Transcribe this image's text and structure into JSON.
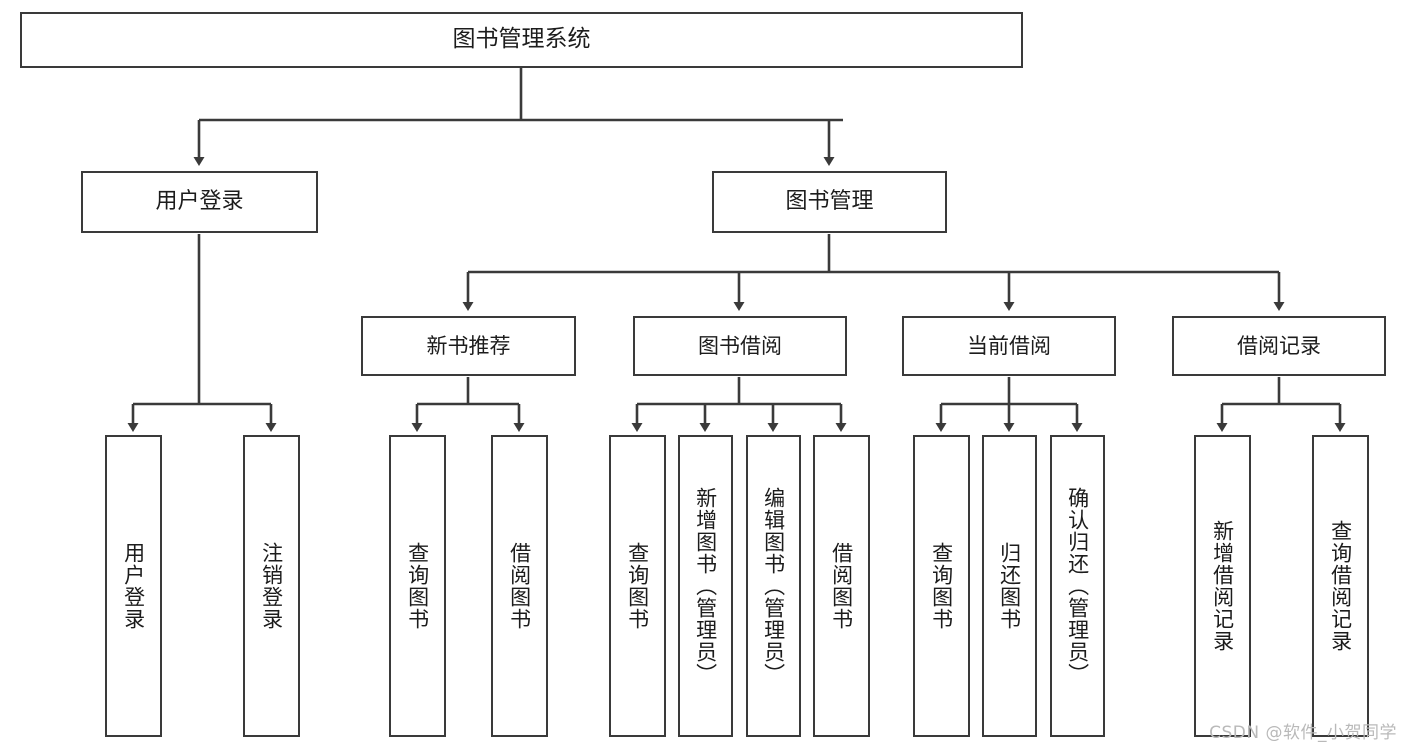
{
  "diagram": {
    "title": "图书管理系统",
    "type": "tree-hierarchy-chart",
    "root": {
      "label": "图书管理系统"
    },
    "level2": [
      {
        "label": "用户登录"
      },
      {
        "label": "图书管理"
      }
    ],
    "level3": [
      {
        "label": "新书推荐"
      },
      {
        "label": "图书借阅"
      },
      {
        "label": "当前借阅"
      },
      {
        "label": "借阅记录"
      }
    ],
    "leaves": [
      {
        "label": "用户登录"
      },
      {
        "label": "注销登录"
      },
      {
        "label": "查询图书"
      },
      {
        "label": "借阅图书"
      },
      {
        "label": "查询图书"
      },
      {
        "label": "新增图书（管理员）"
      },
      {
        "label": "编辑图书（管理员）"
      },
      {
        "label": "借阅图书"
      },
      {
        "label": "查询图书"
      },
      {
        "label": "归还图书"
      },
      {
        "label": "确认归还（管理员）"
      },
      {
        "label": "新增借阅记录"
      },
      {
        "label": "查询借阅记录"
      }
    ],
    "watermark": "CSDN @软件_小贺同学",
    "colors": {
      "stroke": "#3a3a3a",
      "background": "#ffffff",
      "text": "#1c1c1c",
      "watermark": "#b9b9b9"
    }
  }
}
